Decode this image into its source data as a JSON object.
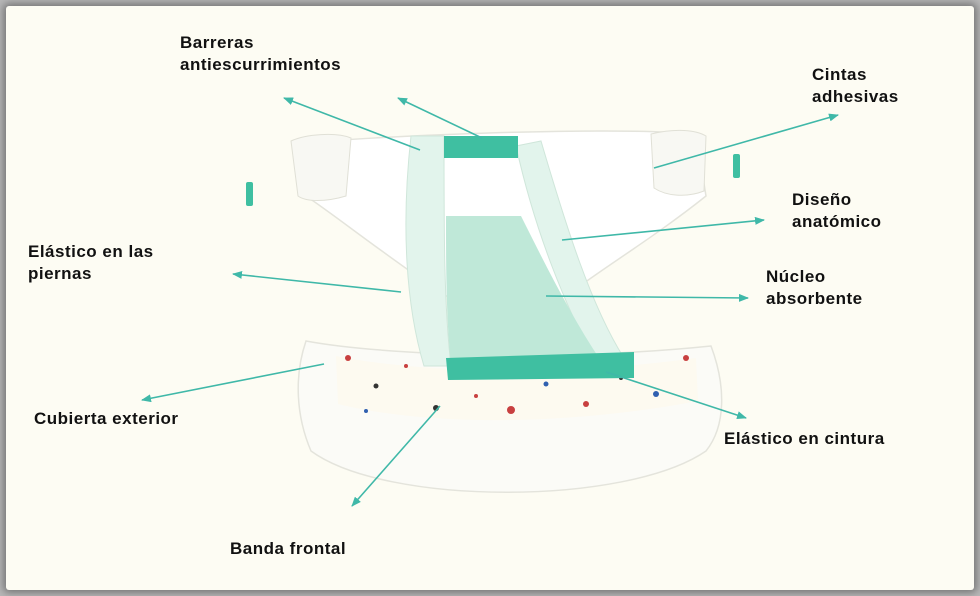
{
  "labels": {
    "barreras": [
      "Barreras",
      "antiescurrimientos"
    ],
    "cintas": [
      "Cintas",
      "adhesivas"
    ],
    "diseno": [
      "Diseño",
      "anatómico"
    ],
    "elastico_piernas": [
      "Elástico en las",
      "piernas"
    ],
    "nucleo": [
      "Núcleo",
      "absorbente"
    ],
    "cubierta": "Cubierta exterior",
    "elastico_cintura": "Elástico en cintura",
    "banda": "Banda frontal"
  },
  "colors": {
    "accent": "#3fbfa1",
    "arrow": "#3fb8a8",
    "absorbent": "#bfe8d8",
    "background": "#fdfcf3"
  }
}
